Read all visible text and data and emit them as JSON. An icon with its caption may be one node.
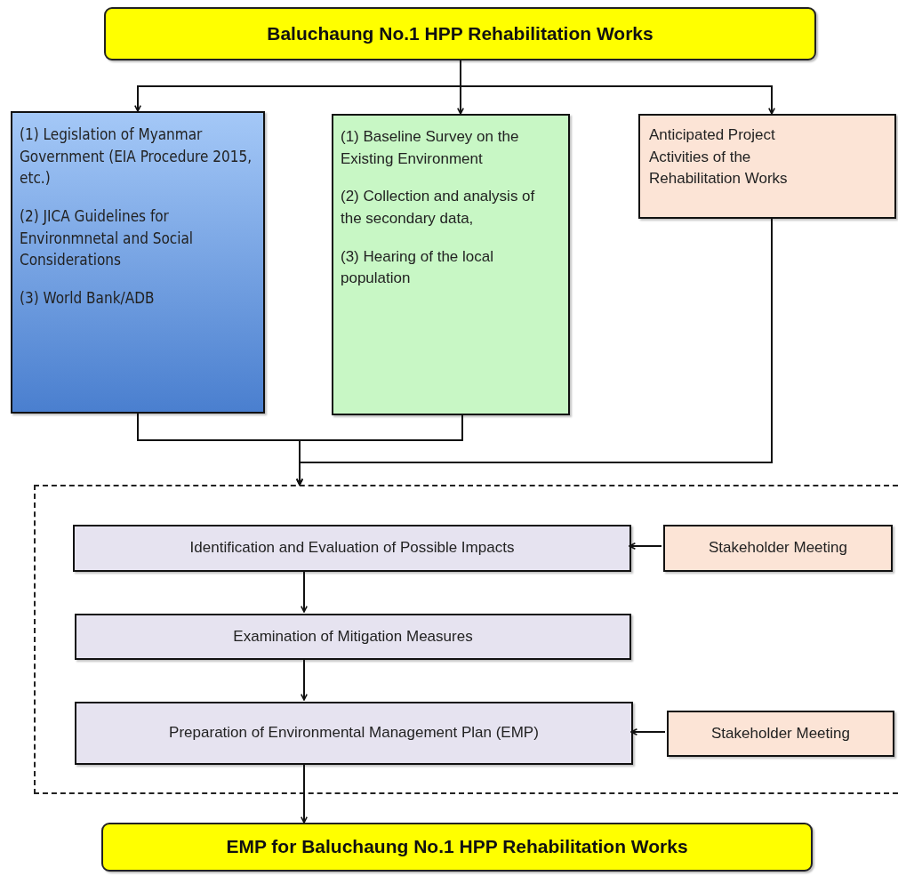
{
  "diagram": {
    "nodes": [
      {
        "text": [
          "Baluchaung No.1 HPP Rehabilitation Works"
        ]
      },
      {
        "text": [
          "(1) Legislation of Myanmar Government (EIA Procedure 2015, etc.)",
          "(2) JICA Guidelines for Environmnetal and Social Considerations",
          "(3) World Bank/ADB"
        ]
      },
      {
        "text": [
          "(1)  Baseline Survey on the Existing Environment",
          "(2) Collection and analysis of the secondary data,",
          "(3) Hearing of the local population"
        ]
      },
      {
        "text": [
          "Anticipated Project Activities of the Rehabilitation Works"
        ]
      },
      {
        "text": [],
        "shape": "box"
      },
      {
        "text": [
          "Identification and Evaluation of Possible Impacts"
        ],
        "in": 4
      },
      {
        "text": [
          "Examination of Mitigation Measures"
        ],
        "in": 4
      },
      {
        "text": [
          "Preparation of Environmental Management Plan (EMP)"
        ],
        "in": 4
      },
      {
        "text": [
          "Stakeholder Meeting"
        ],
        "in": 4
      },
      {
        "text": [
          "Stakeholder Meeting"
        ],
        "in": 4
      },
      {
        "text": [
          "EMP for Baluchaung No.1 HPP Rehabilitation Works"
        ]
      }
    ],
    "edges": [
      {
        "from": 0,
        "to": 1,
        "arrow": "to"
      },
      {
        "from": 0,
        "to": 2,
        "arrow": "to"
      },
      {
        "from": 0,
        "to": 3,
        "arrow": "to"
      },
      {
        "from": 1,
        "to": 4,
        "arrow": "to"
      },
      {
        "from": 2,
        "to": 4,
        "arrow": "to"
      },
      {
        "from": 3,
        "to": 4,
        "arrow": "to"
      },
      {
        "from": 5,
        "to": 6,
        "arrow": "to"
      },
      {
        "from": 6,
        "to": 7,
        "arrow": "to"
      },
      {
        "from": 8,
        "to": 5,
        "arrow": "to"
      },
      {
        "from": 9,
        "to": 7,
        "arrow": "to"
      },
      {
        "from": 7,
        "to": 10,
        "arrow": "to"
      }
    ]
  }
}
